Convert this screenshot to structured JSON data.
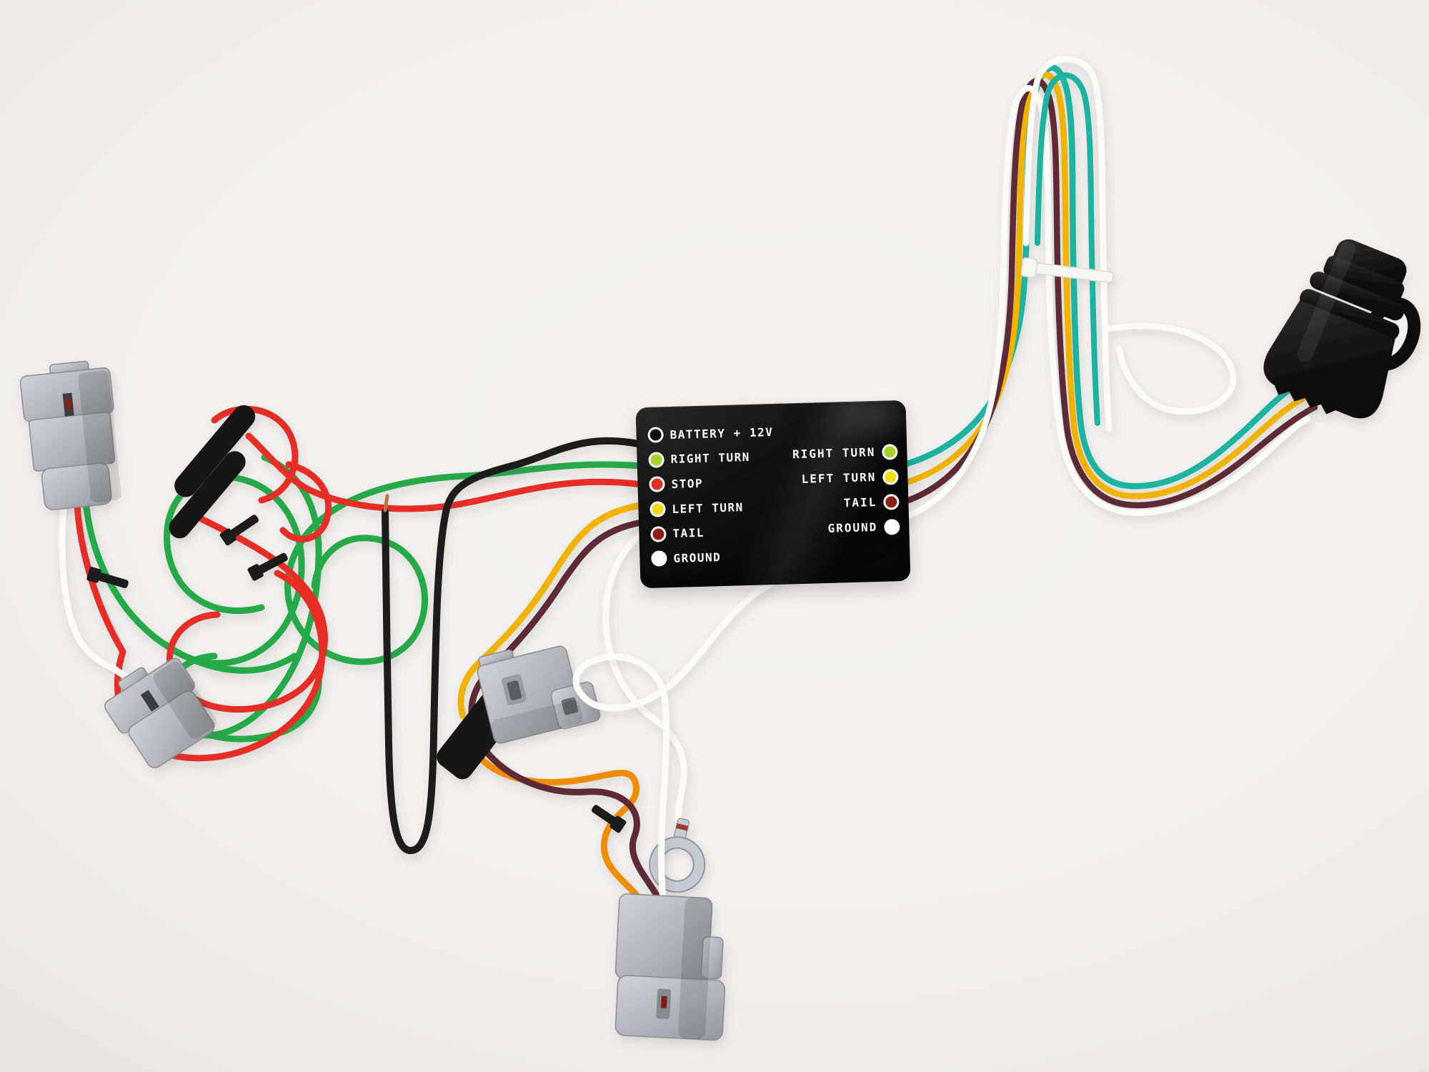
{
  "scene": {
    "kind": "product-photo",
    "subject": "trailer tail light converter wiring harness",
    "background_color": "#f1f0ee"
  },
  "converter_box": {
    "body_color": "#0c0c0c",
    "label_color": "#ffffff",
    "left_ports": [
      {
        "label": "BATTERY + 12V",
        "dot_color": "#101010"
      },
      {
        "label": "RIGHT TURN",
        "dot_color": "#a9d32c"
      },
      {
        "label": "STOP",
        "dot_color": "#df3126"
      },
      {
        "label": "LEFT TURN",
        "dot_color": "#f2da16"
      },
      {
        "label": "TAIL",
        "dot_color": "#8c2015"
      },
      {
        "label": "GROUND",
        "dot_color": "#ffffff"
      }
    ],
    "right_ports": [
      {
        "label": "RIGHT TURN",
        "dot_color": "#a9d32c"
      },
      {
        "label": "LEFT TURN",
        "dot_color": "#efdf1a"
      },
      {
        "label": "TAIL",
        "dot_color": "#8c2015"
      },
      {
        "label": "GROUND",
        "dot_color": "#ffffff"
      }
    ]
  },
  "wire_colors": {
    "black": "#1d1d1d",
    "green": "#27a94a",
    "red": "#e62e28",
    "yellow": "#f2b300",
    "orange": "#ef8d04",
    "brown": "#5d2c34",
    "white": "#fbfbfa",
    "white_shade": "#e4e3df",
    "teal": "#1ab3a0",
    "copper": "#b87a45",
    "splice": "#161616",
    "tape": "#141414",
    "tie_black": "#1b1b1b",
    "tie_white": "#f6f6f3",
    "connector_gray": "#b4b6ba",
    "connector_gray_dark": "#8e9095",
    "connector_black": "#101010",
    "ring_silver": "#c6cad1"
  },
  "components": {
    "converter_box": "taillight-converter-module",
    "connector_top_left": "gray-socket-connector",
    "connector_mid_left": "gray-socket-connector",
    "connector_center": "gray-socket-connector",
    "connector_bottom": "gray-socket-connector",
    "connector_right": "black-4way-flat-trailer-plug",
    "ring_terminal": "ground-ring-terminal",
    "splices": "heat-shrink-splices",
    "ties": "cable-ties"
  }
}
